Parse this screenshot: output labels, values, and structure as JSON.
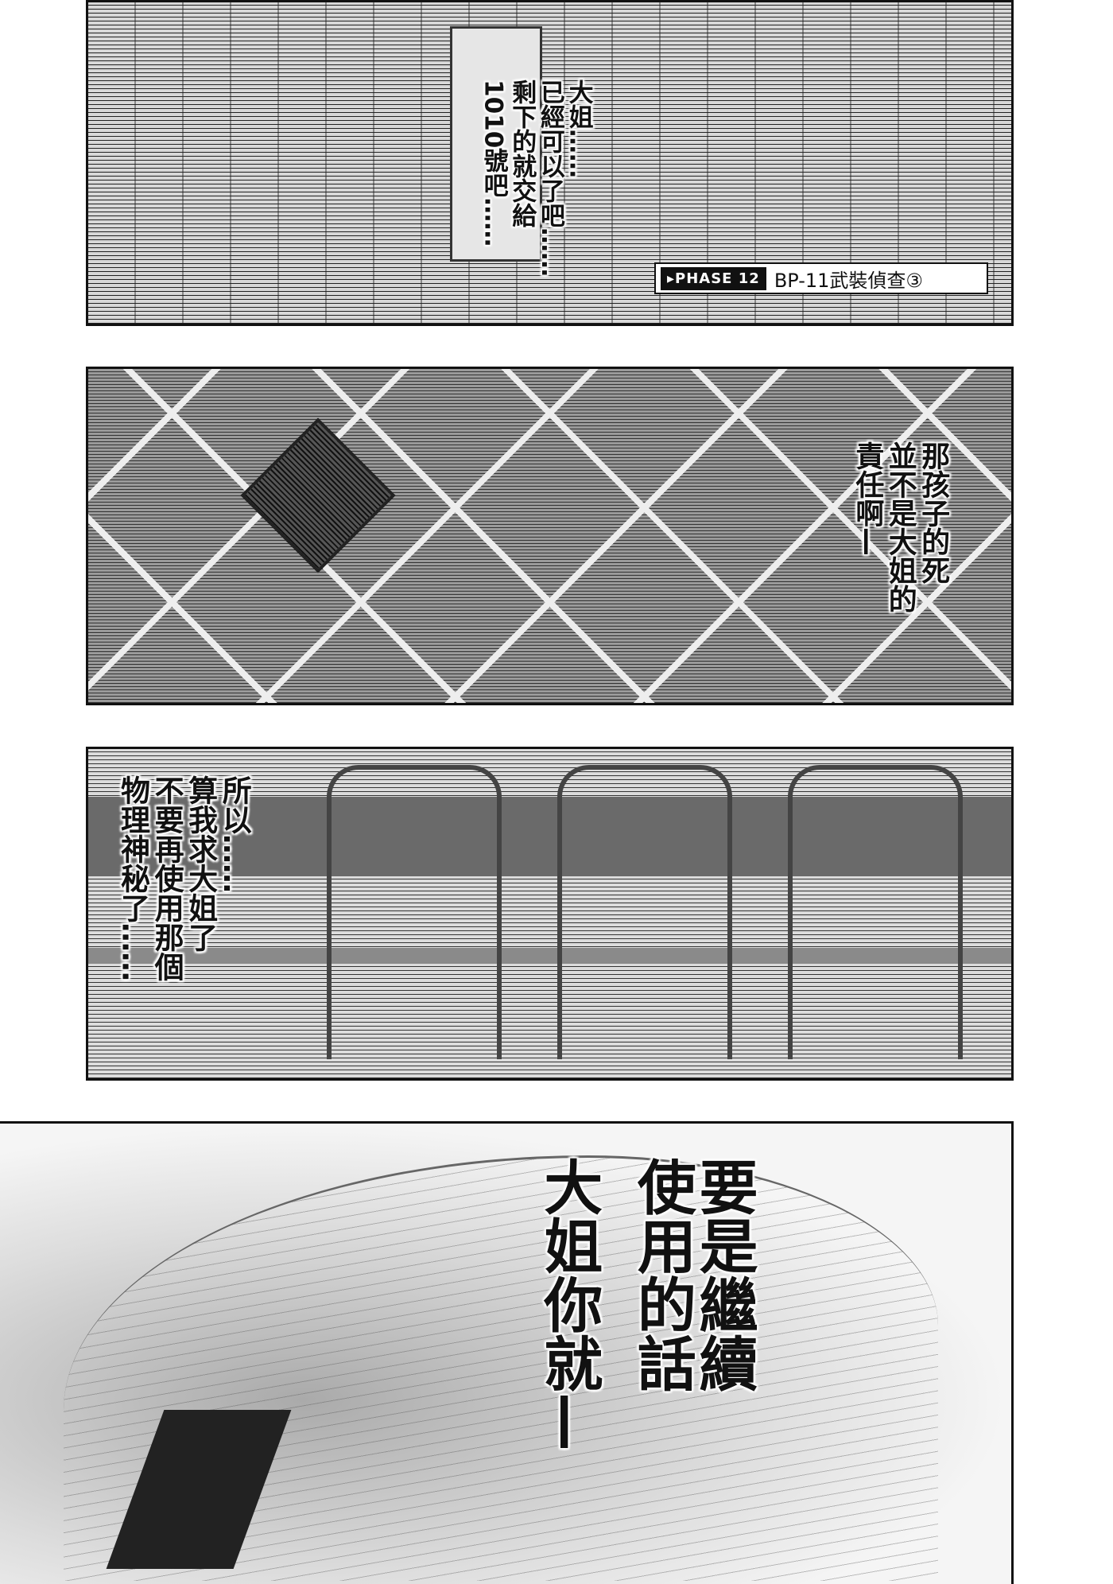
{
  "panel1": {
    "speech": [
      "大姐……",
      "已經可以了吧……",
      "剩下的就交給",
      "1010號吧……"
    ],
    "chapter_tag": "▸PHASE 12",
    "chapter_title": "BP-11武裝偵查③"
  },
  "panel2": {
    "speech": [
      "那孩子的死",
      "並不是大姐的",
      "責任啊—"
    ]
  },
  "panel3": {
    "speech": [
      "所以……",
      "算我求大姐了",
      "不要再使用那個",
      "物理神秘了……"
    ]
  },
  "panel4": {
    "speech": [
      "要是繼續",
      "使用的話",
      "大姐你就—"
    ]
  }
}
